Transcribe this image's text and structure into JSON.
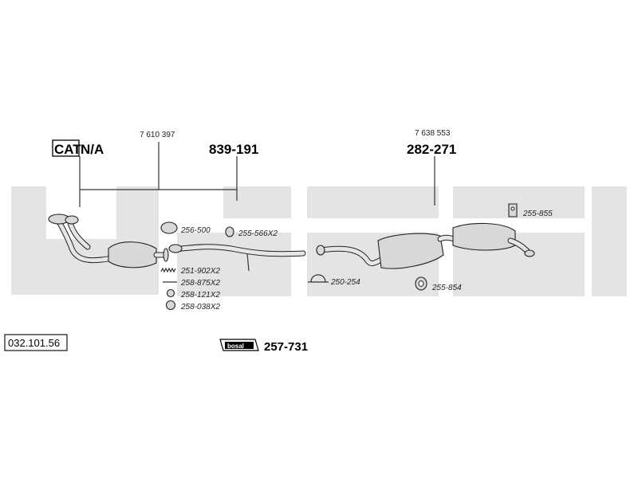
{
  "diagram": {
    "cat_label": "CAT",
    "cat_status": "N/A",
    "front_section": {
      "oe_number": "7 610 397",
      "part_number": "839-191"
    },
    "rear_section": {
      "oe_number": "7 638 553",
      "part_number": "282-271"
    },
    "catalog_code": "032.101.56",
    "kit": {
      "part_number": "257-731",
      "box_label": "bosal"
    },
    "watermark": "bosal",
    "accessories": [
      {
        "id": "gasket",
        "label": "256-500"
      },
      {
        "id": "clamp-ring",
        "label": "255-566X2"
      },
      {
        "id": "spring",
        "label": "251-902X2"
      },
      {
        "id": "bolt",
        "label": "258-875X2"
      },
      {
        "id": "washer",
        "label": "258-121X2"
      },
      {
        "id": "nut",
        "label": "258-038X2"
      },
      {
        "id": "clamp-u",
        "label": "250-254"
      },
      {
        "id": "rubber-ring",
        "label": "255-854"
      },
      {
        "id": "hanger",
        "label": "255-855"
      }
    ],
    "colors": {
      "watermark": "#e2e2e2",
      "parts": "#d8d8d8",
      "ink": "#222222"
    }
  }
}
